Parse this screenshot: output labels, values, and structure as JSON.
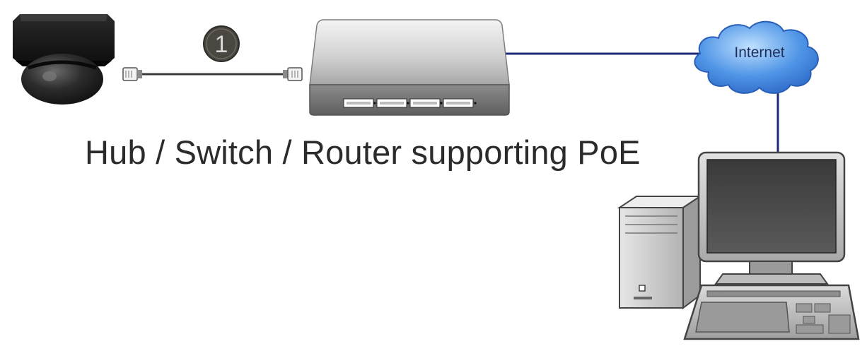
{
  "diagram": {
    "caption": "Hub / Switch / Router supporting PoE",
    "step_marker": "1",
    "cloud_label": "Internet"
  },
  "colors": {
    "link_line": "#1c2a78",
    "poe_cable": "#3a3a3a",
    "step_marker_fill": "#4a4741",
    "cloud_fill": "#3f7fd6"
  },
  "icons": {
    "camera": "dome-camera-icon",
    "switch": "poe-switch-icon",
    "cloud": "internet-cloud-icon",
    "computer": "desktop-computer-icon"
  }
}
